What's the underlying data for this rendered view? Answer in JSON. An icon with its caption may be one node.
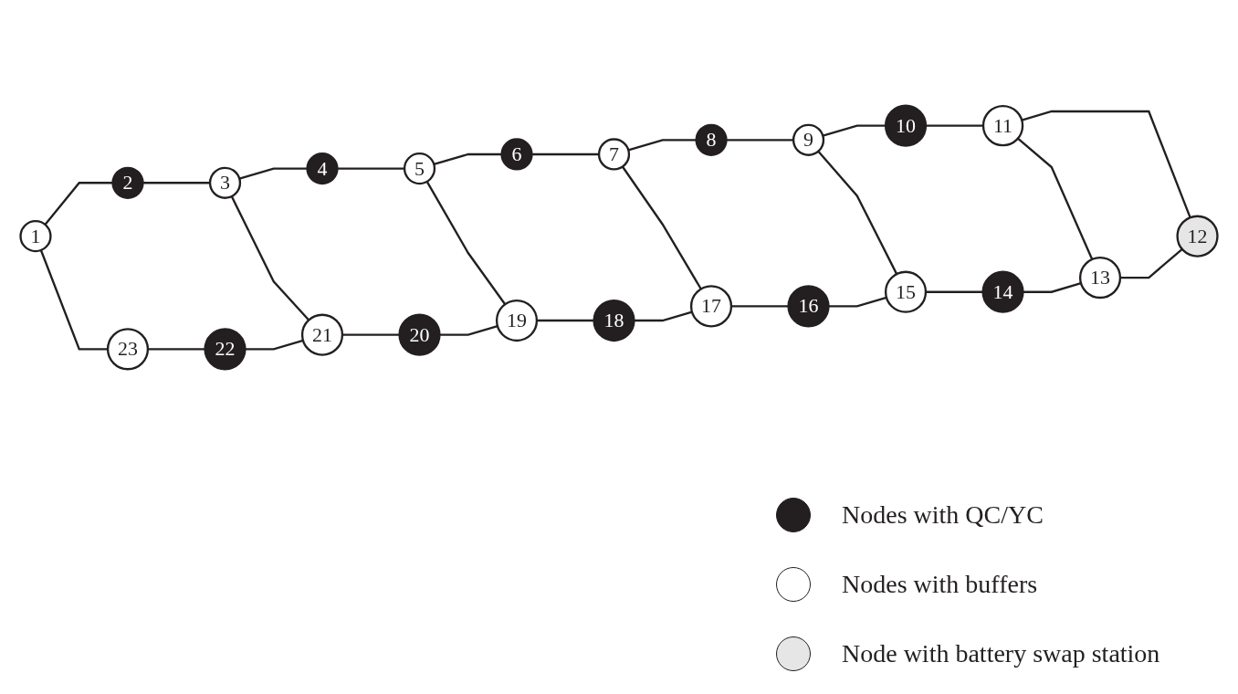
{
  "diagram": {
    "nodes": [
      {
        "text": [
          "1"
        ]
      },
      {
        "text": [
          "2"
        ]
      },
      {
        "text": [
          "3"
        ]
      },
      {
        "text": [
          "4"
        ]
      },
      {
        "text": [
          "5"
        ]
      },
      {
        "text": [
          "6"
        ]
      },
      {
        "text": [
          "7"
        ]
      },
      {
        "text": [
          "8"
        ]
      },
      {
        "text": [
          "9"
        ]
      },
      {
        "text": [
          "10"
        ]
      },
      {
        "text": [
          "11"
        ]
      },
      {
        "text": [
          "12"
        ]
      },
      {
        "text": [
          "13"
        ]
      },
      {
        "text": [
          "14"
        ]
      },
      {
        "text": [
          "15"
        ]
      },
      {
        "text": [
          "16"
        ]
      },
      {
        "text": [
          "17"
        ]
      },
      {
        "text": [
          "18"
        ]
      },
      {
        "text": [
          "19"
        ]
      },
      {
        "text": [
          "20"
        ]
      },
      {
        "text": [
          "21"
        ]
      },
      {
        "text": [
          "22"
        ]
      },
      {
        "text": [
          "23"
        ]
      }
    ],
    "edges": [
      {
        "from": 0,
        "to": 1,
        "arrow": "none"
      },
      {
        "from": 1,
        "to": 2,
        "arrow": "none"
      },
      {
        "from": 2,
        "to": 3,
        "arrow": "none"
      },
      {
        "from": 3,
        "to": 4,
        "arrow": "none"
      },
      {
        "from": 4,
        "to": 5,
        "arrow": "none"
      },
      {
        "from": 5,
        "to": 6,
        "arrow": "none"
      },
      {
        "from": 6,
        "to": 7,
        "arrow": "none"
      },
      {
        "from": 7,
        "to": 8,
        "arrow": "none"
      },
      {
        "from": 8,
        "to": 9,
        "arrow": "none"
      },
      {
        "from": 9,
        "to": 10,
        "arrow": "none"
      },
      {
        "from": 10,
        "to": 11,
        "arrow": "none"
      },
      {
        "from": 12,
        "to": 11,
        "arrow": "none"
      },
      {
        "from": 0,
        "to": 22,
        "arrow": "none"
      },
      {
        "from": 2,
        "to": 20,
        "arrow": "none"
      },
      {
        "from": 4,
        "to": 18,
        "arrow": "none"
      },
      {
        "from": 6,
        "to": 16,
        "arrow": "none"
      },
      {
        "from": 8,
        "to": 14,
        "arrow": "none"
      },
      {
        "from": 10,
        "to": 12,
        "arrow": "none"
      },
      {
        "from": 22,
        "to": 21,
        "arrow": "none"
      },
      {
        "from": 21,
        "to": 20,
        "arrow": "none"
      },
      {
        "from": 20,
        "to": 19,
        "arrow": "none"
      },
      {
        "from": 19,
        "to": 18,
        "arrow": "none"
      },
      {
        "from": 18,
        "to": 17,
        "arrow": "none"
      },
      {
        "from": 17,
        "to": 16,
        "arrow": "none"
      },
      {
        "from": 16,
        "to": 15,
        "arrow": "none"
      },
      {
        "from": 15,
        "to": 14,
        "arrow": "none"
      },
      {
        "from": 14,
        "to": 13,
        "arrow": "none"
      },
      {
        "from": 13,
        "to": 12,
        "arrow": "none"
      }
    ],
    "legend": [
      {
        "text": "Nodes with QC/YC",
        "color": "#231f20"
      },
      {
        "text": "Nodes with buffers",
        "color": "#ffffff"
      },
      {
        "text": "Node with battery swap station",
        "color": "#e6e6e6"
      }
    ]
  }
}
